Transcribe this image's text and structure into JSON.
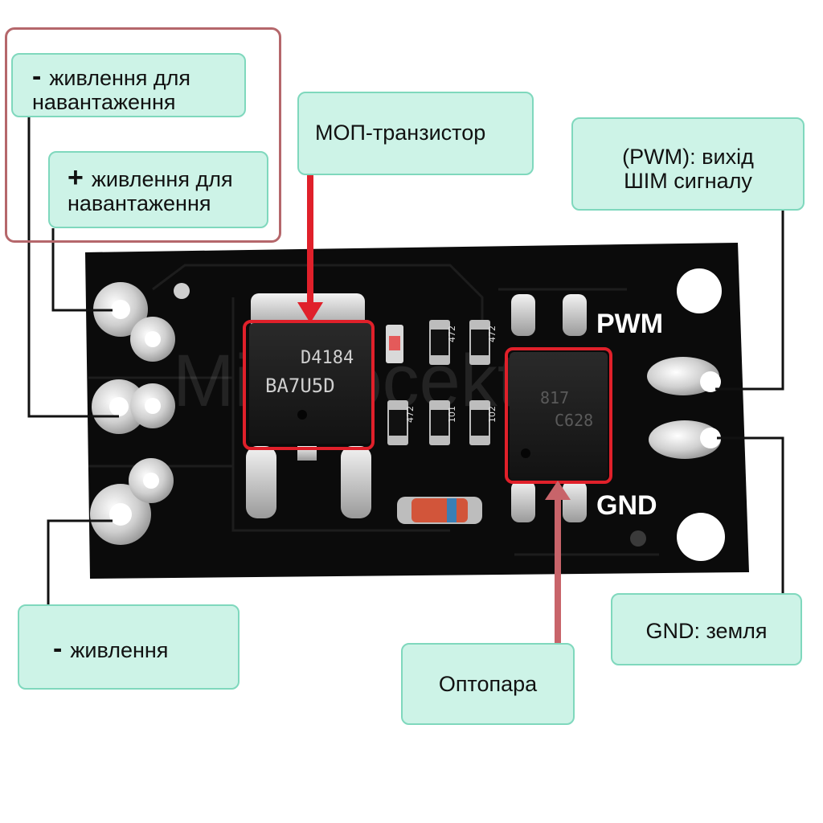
{
  "board": {
    "silkscreen": {
      "pwm": "PWM",
      "gnd": "GND"
    },
    "mosfet_marking": {
      "line1": "D4184",
      "line2": "BA7U5D"
    },
    "optocoupler_marking": {
      "line1": "817",
      "line2": "C628"
    },
    "resistor_codes": [
      "472",
      "472",
      "472",
      "101",
      "102"
    ],
    "watermark": "Mirprocekt"
  },
  "labels": {
    "load_minus": {
      "symbol": "-",
      "line1": "живлення для",
      "line2": "навантаження"
    },
    "load_plus": {
      "symbol": "+",
      "line1": "живлення для",
      "line2": "навантаження"
    },
    "mosfet": {
      "text": "МОП-транзистор"
    },
    "pwm": {
      "line1": "(PWM): вихід",
      "line2": "ШІМ сигналу"
    },
    "supply_minus": {
      "symbol": "-",
      "text": "живлення"
    },
    "gnd": {
      "text": "GND: земля"
    },
    "optocoupler": {
      "text": "Оптопара"
    }
  },
  "colors": {
    "callout_fill": "#cdf3e7",
    "callout_border": "#7fd8bd",
    "mosfet_highlight": "#e0202a",
    "optocoupler_arrow": "#c8646a",
    "group_frame": "#b5676b",
    "pcb": "#0b0b0b"
  }
}
